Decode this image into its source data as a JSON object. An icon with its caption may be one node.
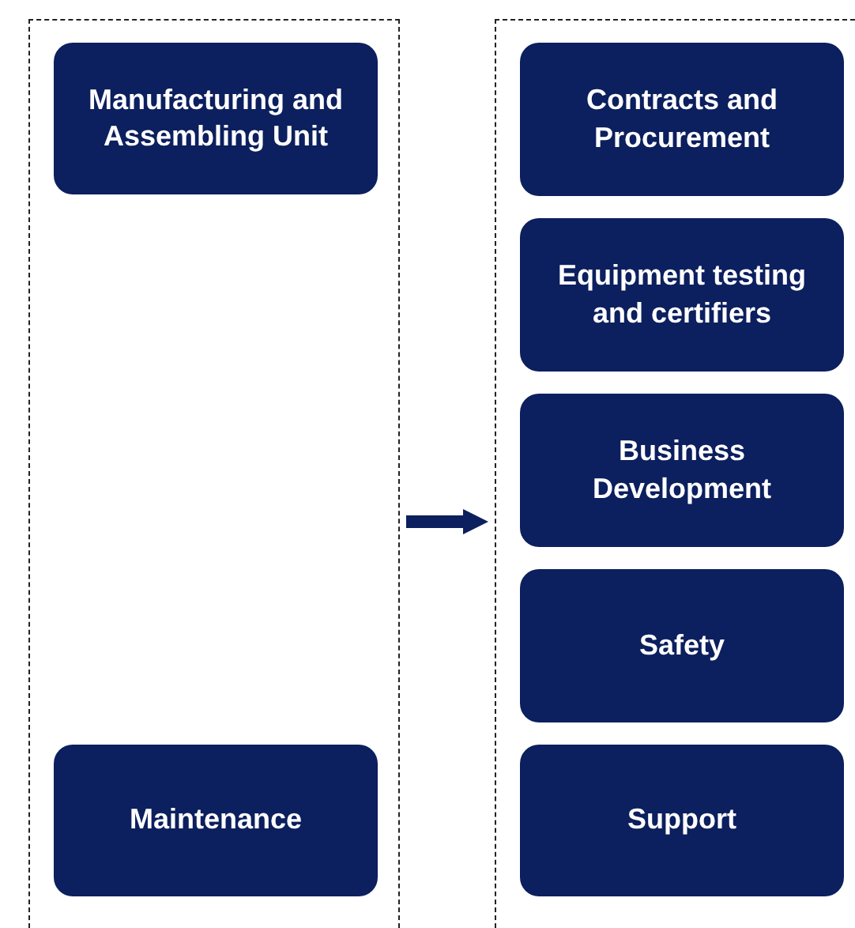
{
  "diagram": {
    "nodes": [
      {
        "text": [],
        "shape": "box"
      },
      {
        "text": [
          "Manufacturing and Assembling Unit"
        ],
        "in": 0
      },
      {
        "text": [
          "Maintenance"
        ],
        "in": 0
      },
      {
        "text": [],
        "shape": "box"
      },
      {
        "text": [
          "Contracts and Procurement"
        ],
        "in": 3
      },
      {
        "text": [
          "Equipment testing and certifiers"
        ],
        "in": 3
      },
      {
        "text": [
          "Business Development"
        ],
        "in": 3
      },
      {
        "text": [
          "Safety"
        ],
        "in": 3
      },
      {
        "text": [
          "Support"
        ],
        "in": 3
      }
    ],
    "edges": [
      {
        "from": 0,
        "to": 3,
        "arrow": "to"
      }
    ]
  }
}
